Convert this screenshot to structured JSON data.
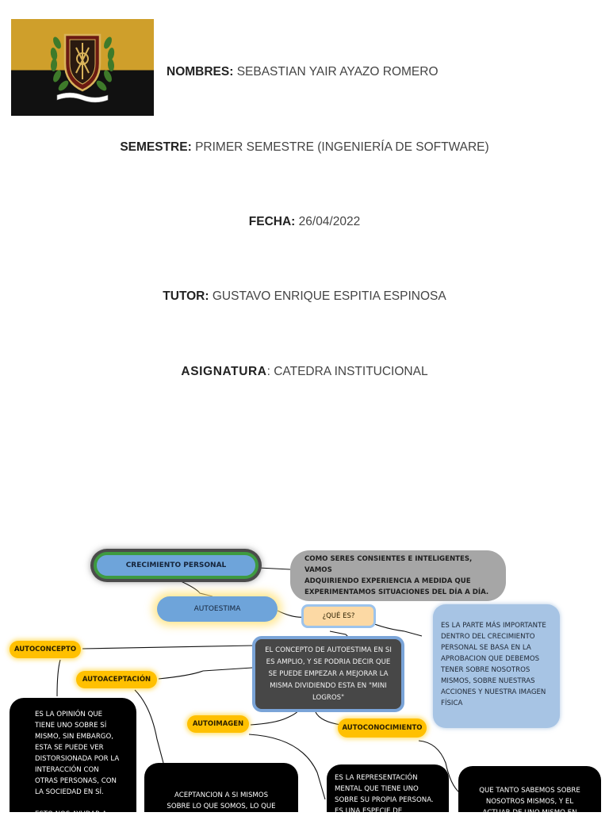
{
  "header": {
    "nombres_label": "NOMBRES:",
    "nombres_value": "SEBASTIAN YAIR AYAZO ROMERO",
    "semestre_label": "SEMESTRE:",
    "semestre_value": "PRIMER SEMESTRE (INGENIERÍA DE SOFTWARE)",
    "fecha_label": "FECHA:",
    "fecha_value": "26/04/2022",
    "tutor_label": "TUTOR:",
    "tutor_value": "GUSTAVO ENRIQUE ESPITIA ESPINOSA",
    "asignatura_label": "ASIGNATURA",
    "asignatura_value": ": CATEDRA INSTITUCIONAL"
  },
  "logo": {
    "name": "university-flag-crest",
    "colors": {
      "top_band": "#cf9f2b",
      "bottom_band": "#111111"
    }
  },
  "mindmap": {
    "crecimiento": "CRECIMIENTO PERSONAL",
    "crecimiento_desc": "COMO SERES CONSIENTES E INTELIGENTES, VAMOS\nADQUIRIENDO EXPERIENCIA A MEDIDA QUE\nEXPERIMENTAMOS SITUACIONES DEL DÍA A DÍA.",
    "autoestima": "AUTOESTIMA",
    "que_es": "¿QUÉ ES?",
    "que_es_desc": "ES LA PARTE MÁS IMPORTANTE\nDENTRO DEL CRECIMIENTO\nPERSONAL SE BASA EN LA\nAPROBACION QUE DEBEMOS\nTENER SOBRE NOSOTROS\nMISMOS, SOBRE NUESTRAS\nACCIONES Y NUESTRA IMAGEN\nFÍSICA",
    "concepto": "EL CONCEPTO DE AUTOESTIMA EN SI\nES AMPLIO, Y SE PODRIA DECIR QUE\nSE PUEDE EMPEZAR A MEJORAR LA\nMISMA DIVIDIENDO ESTA EN \"MINI\nLOGROS\"",
    "autoconcepto": "AUTOCONCEPTO",
    "autoaceptacion": "AUTOACEPTACIÓN",
    "autoimagen": "AUTOIMAGEN",
    "autoconocimiento": "AUTOCONOCIMIENTO",
    "autoconcepto_desc": "ES LA OPINIÓN QUE\nTIENE UNO SOBRE SÍ\nMISMO, SIN EMBARGO,\nESTA SE PUEDE VER\nDISTORSIONADA POR LA\nINTERACCIÓN CON\nOTRAS PERSONAS, CON\nLA SOCIEDAD EN SÍ.\n\nESTO NOS AYUDAR A",
    "autoaceptacion_desc": "ACEPTANCION A SI MISMOS\nSOBRE LO QUE SOMOS, LO QUE",
    "autoimagen_desc": "ES LA REPRESENTACIÓN\nMENTAL QUE TIENE UNO\nSOBRE SU PROPIA PERSONA.\nES UNA ESPECIE DE",
    "autoconocimiento_desc": "QUE TANTO SABEMOS SOBRE\nNOSOTROS MISMOS, Y EL\nACTUAR DE UNO MISMO EN"
  }
}
